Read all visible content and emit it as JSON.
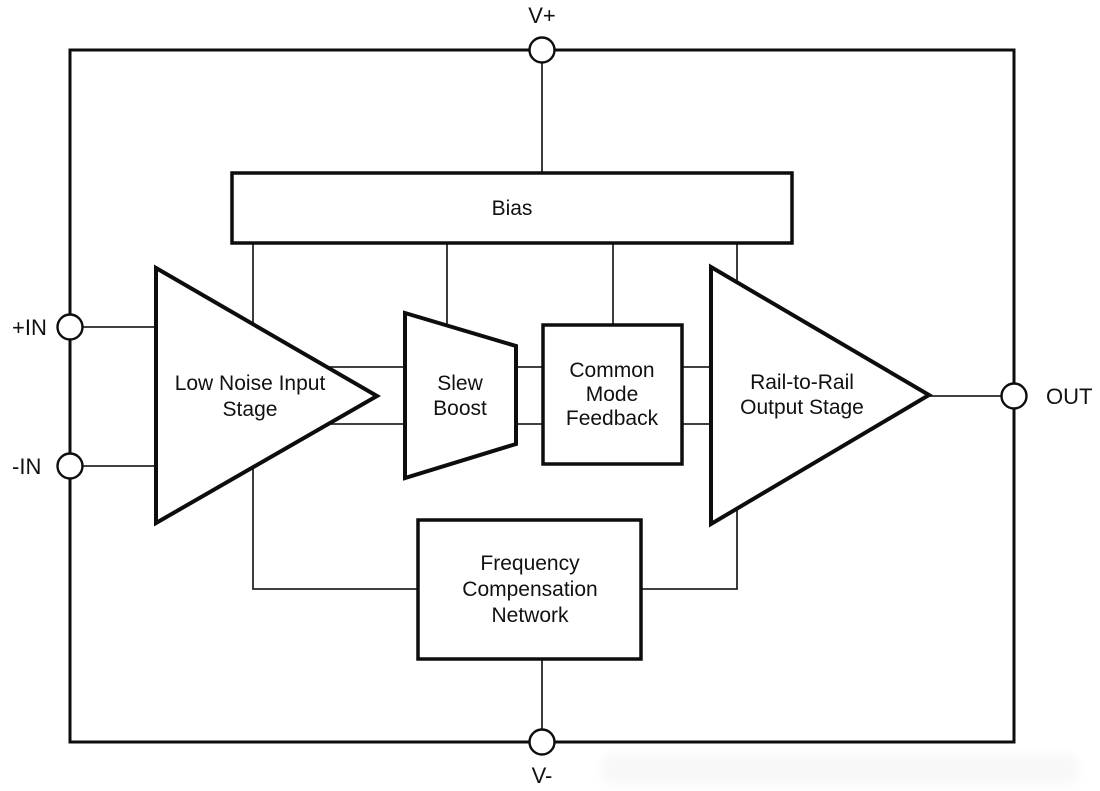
{
  "diagram": {
    "type": "op-amp functional block diagram",
    "colors": {
      "background": "#ffffff",
      "stroke": "#0d0d0d",
      "wire": "#262626",
      "text": "#111111"
    }
  },
  "terminals": {
    "vplus": {
      "label": "V+"
    },
    "vminus": {
      "label": "V-"
    },
    "in_pos": {
      "label": "+IN"
    },
    "in_neg": {
      "label": "-IN"
    },
    "out": {
      "label": "OUT"
    }
  },
  "blocks": {
    "bias": {
      "label": "Bias"
    },
    "input_stage": {
      "line1": "Low Noise Input",
      "line2": "Stage"
    },
    "slew_boost": {
      "line1": "Slew",
      "line2": "Boost"
    },
    "common_mode_feedback": {
      "line1": "Common",
      "line2": "Mode",
      "line3": "Feedback"
    },
    "output_stage": {
      "line1": "Rail-to-Rail",
      "line2": "Output Stage"
    },
    "freq_comp": {
      "line1": "Frequency",
      "line2": "Compensation",
      "line3": "Network"
    }
  }
}
